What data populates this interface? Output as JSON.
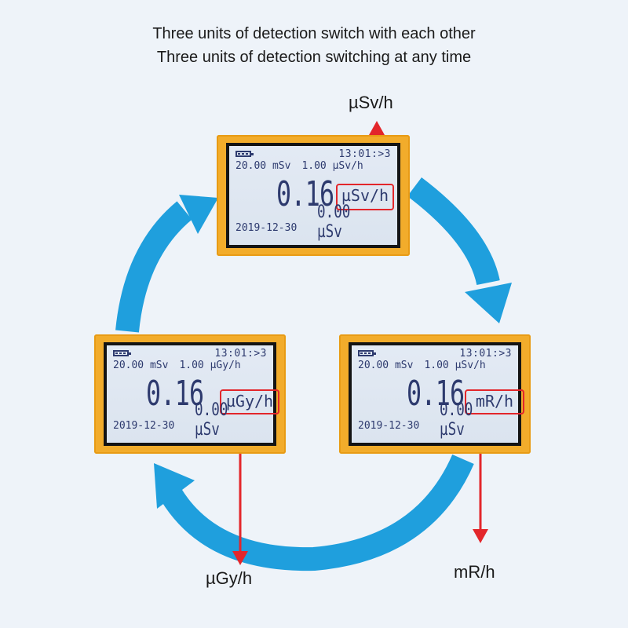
{
  "headline": {
    "line1": "Three units of detection switch with each other",
    "line2": "Three units of detection switching at any time"
  },
  "colors": {
    "arrow_blue": "#1f9fdd",
    "pointer_red": "#e3262b",
    "device_orange": "#f2ac2b",
    "lcd_text": "#2d3a6e"
  },
  "screens": [
    {
      "time": "13:01:>3",
      "threshold_dose": "20.00 mSv",
      "threshold_rate": "1.00 µSv/h",
      "reading": "0.16",
      "unit": "µSv/h",
      "date": "2019-12-30",
      "total_dose": "0.00 µSv"
    },
    {
      "time": "13:01:>3",
      "threshold_dose": "20.00 mSv",
      "threshold_rate": "1.00 µGy/h",
      "reading": "0.16",
      "unit": "µGy/h",
      "date": "2019-12-30",
      "total_dose": "0.00 µSv"
    },
    {
      "time": "13:01:>3",
      "threshold_dose": "20.00 mSv",
      "threshold_rate": "1.00 µSv/h",
      "reading": "0.16",
      "unit": "mR/h",
      "date": "2019-12-30",
      "total_dose": "0.00 µSv"
    }
  ],
  "unit_labels": {
    "top": "µSv/h",
    "left": "µGy/h",
    "right": "mR/h"
  }
}
